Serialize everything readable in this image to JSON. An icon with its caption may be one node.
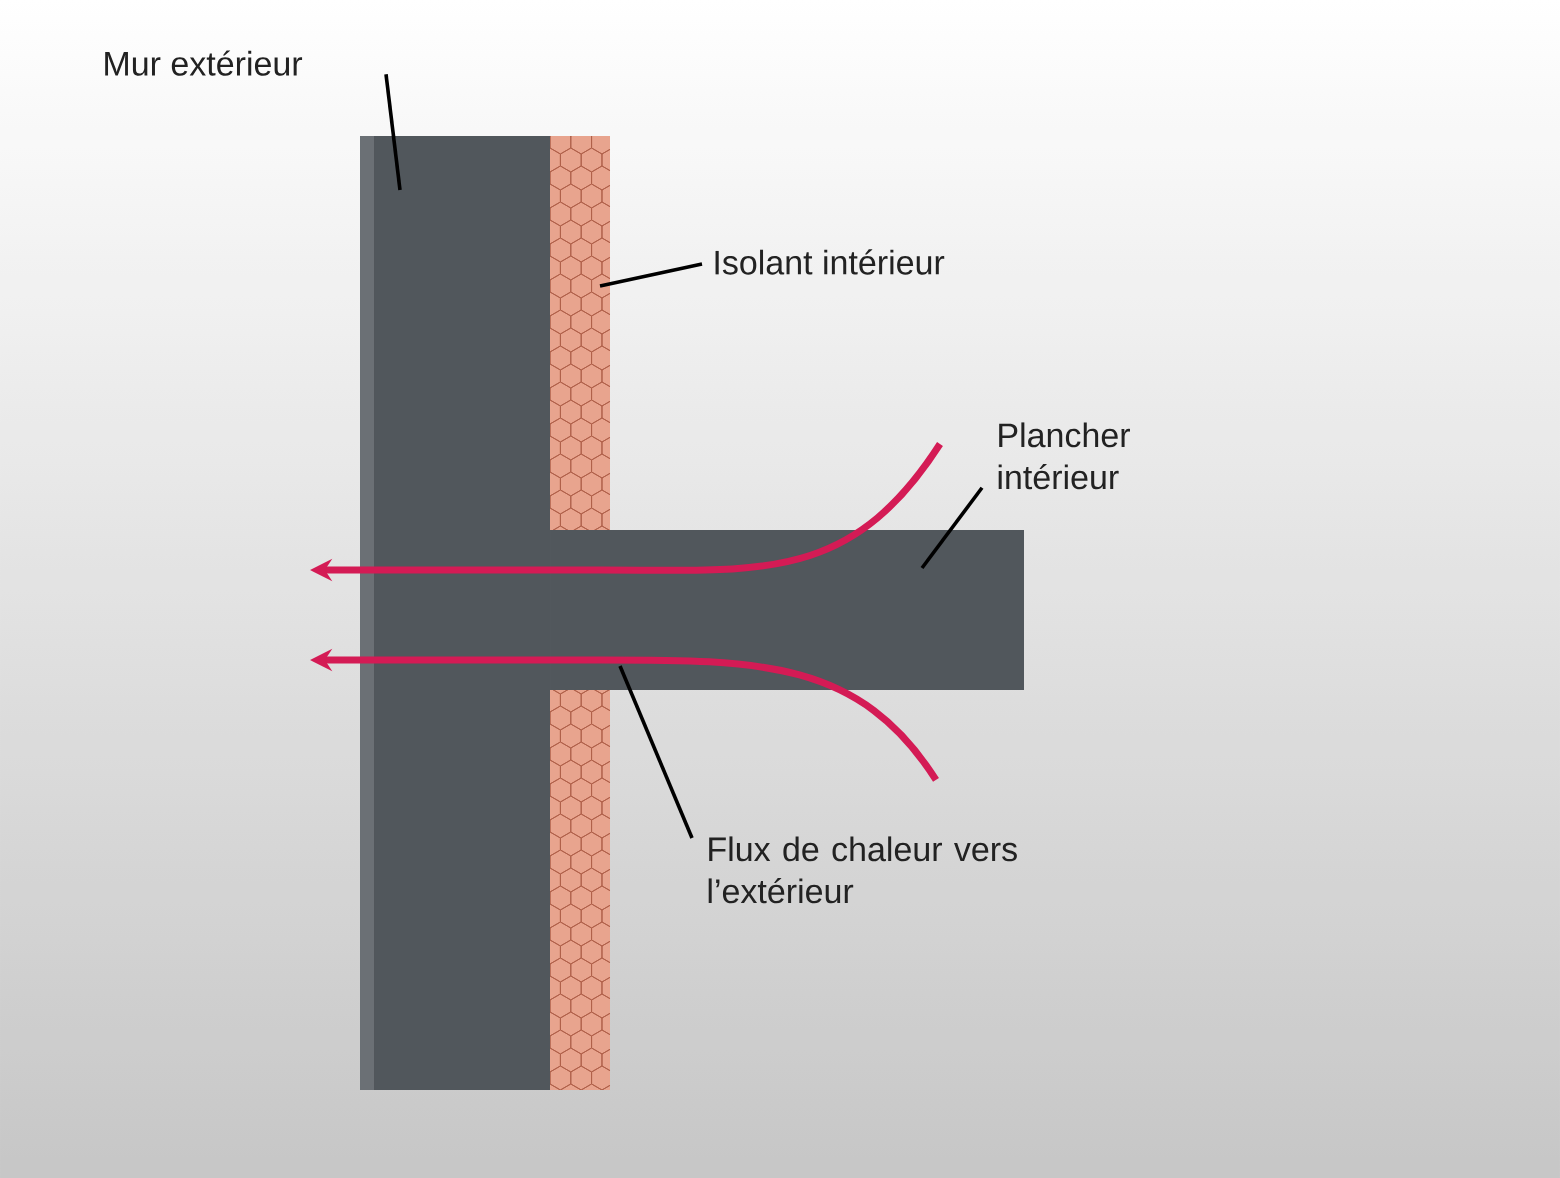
{
  "diagram": {
    "nodes": [
      {
        "text": [
          "Mur extérieur"
        ]
      },
      {
        "text": [],
        "shape": "box"
      },
      {
        "text": [
          "Isolant intérieur"
        ]
      },
      {
        "text": [],
        "shape": "box"
      },
      {
        "text": [
          "Plancher intérieur"
        ]
      },
      {
        "text": [],
        "shape": "box"
      },
      {
        "text": [],
        "shape": "box"
      },
      {
        "text": [
          "Flux de chaleur vers l’extérieur"
        ]
      }
    ],
    "edges": [
      {
        "from": 0,
        "to": 1,
        "arrow": "none"
      },
      {
        "from": 2,
        "to": 3,
        "arrow": "none"
      },
      {
        "from": 4,
        "to": 5,
        "arrow": "none"
      },
      {
        "from": 7,
        "to": 5,
        "arrow": "none"
      }
    ]
  }
}
